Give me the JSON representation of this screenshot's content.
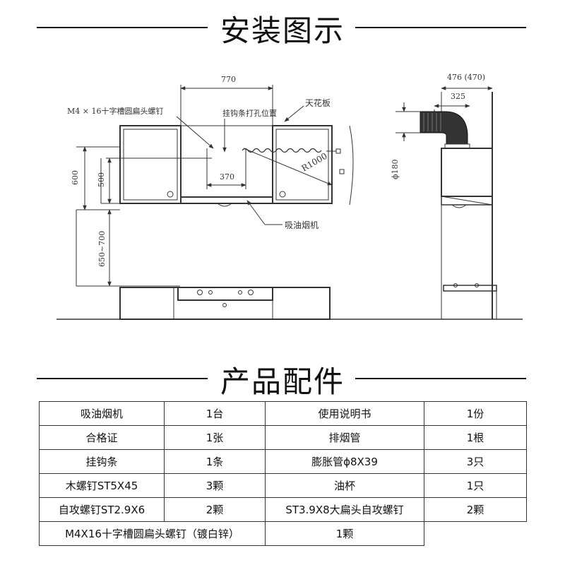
{
  "install_section": {
    "title": "安装图示"
  },
  "diagram": {
    "labels": {
      "screw": "M4 × 16十字槽圆扁头螺钉",
      "hook_position": "挂钩条打孔位置",
      "ceiling": "天花板",
      "hood": "吸油烟机",
      "arc_radius": "R1000"
    },
    "dimensions": {
      "cabinet_span": "770",
      "hole_spacing": "370",
      "cabinet_height": "600",
      "hook_height": "500",
      "mount_height": "650~700",
      "side_depth": "476 (470)",
      "duct_offset": "325",
      "duct_diameter": "ϕ180"
    }
  },
  "parts_section": {
    "title": "产品配件"
  },
  "parts_table": {
    "rows": [
      [
        "吸油烟机",
        "1台",
        "使用说明书",
        "1份"
      ],
      [
        "合格证",
        "1张",
        "排烟管",
        "1根"
      ],
      [
        "挂钩条",
        "1条",
        "膨胀管ϕ8X39",
        "3只"
      ],
      [
        "木螺钉ST5X45",
        "3颗",
        "油杯",
        "1只"
      ],
      [
        "自攻螺钉ST2.9X6",
        "2颗",
        "ST3.9X8大扁头自攻螺钉",
        "2颗"
      ]
    ],
    "last_row": {
      "name": "M4X16十字槽圆扁头螺钉（镀白锌）",
      "qty": "1颗"
    }
  }
}
